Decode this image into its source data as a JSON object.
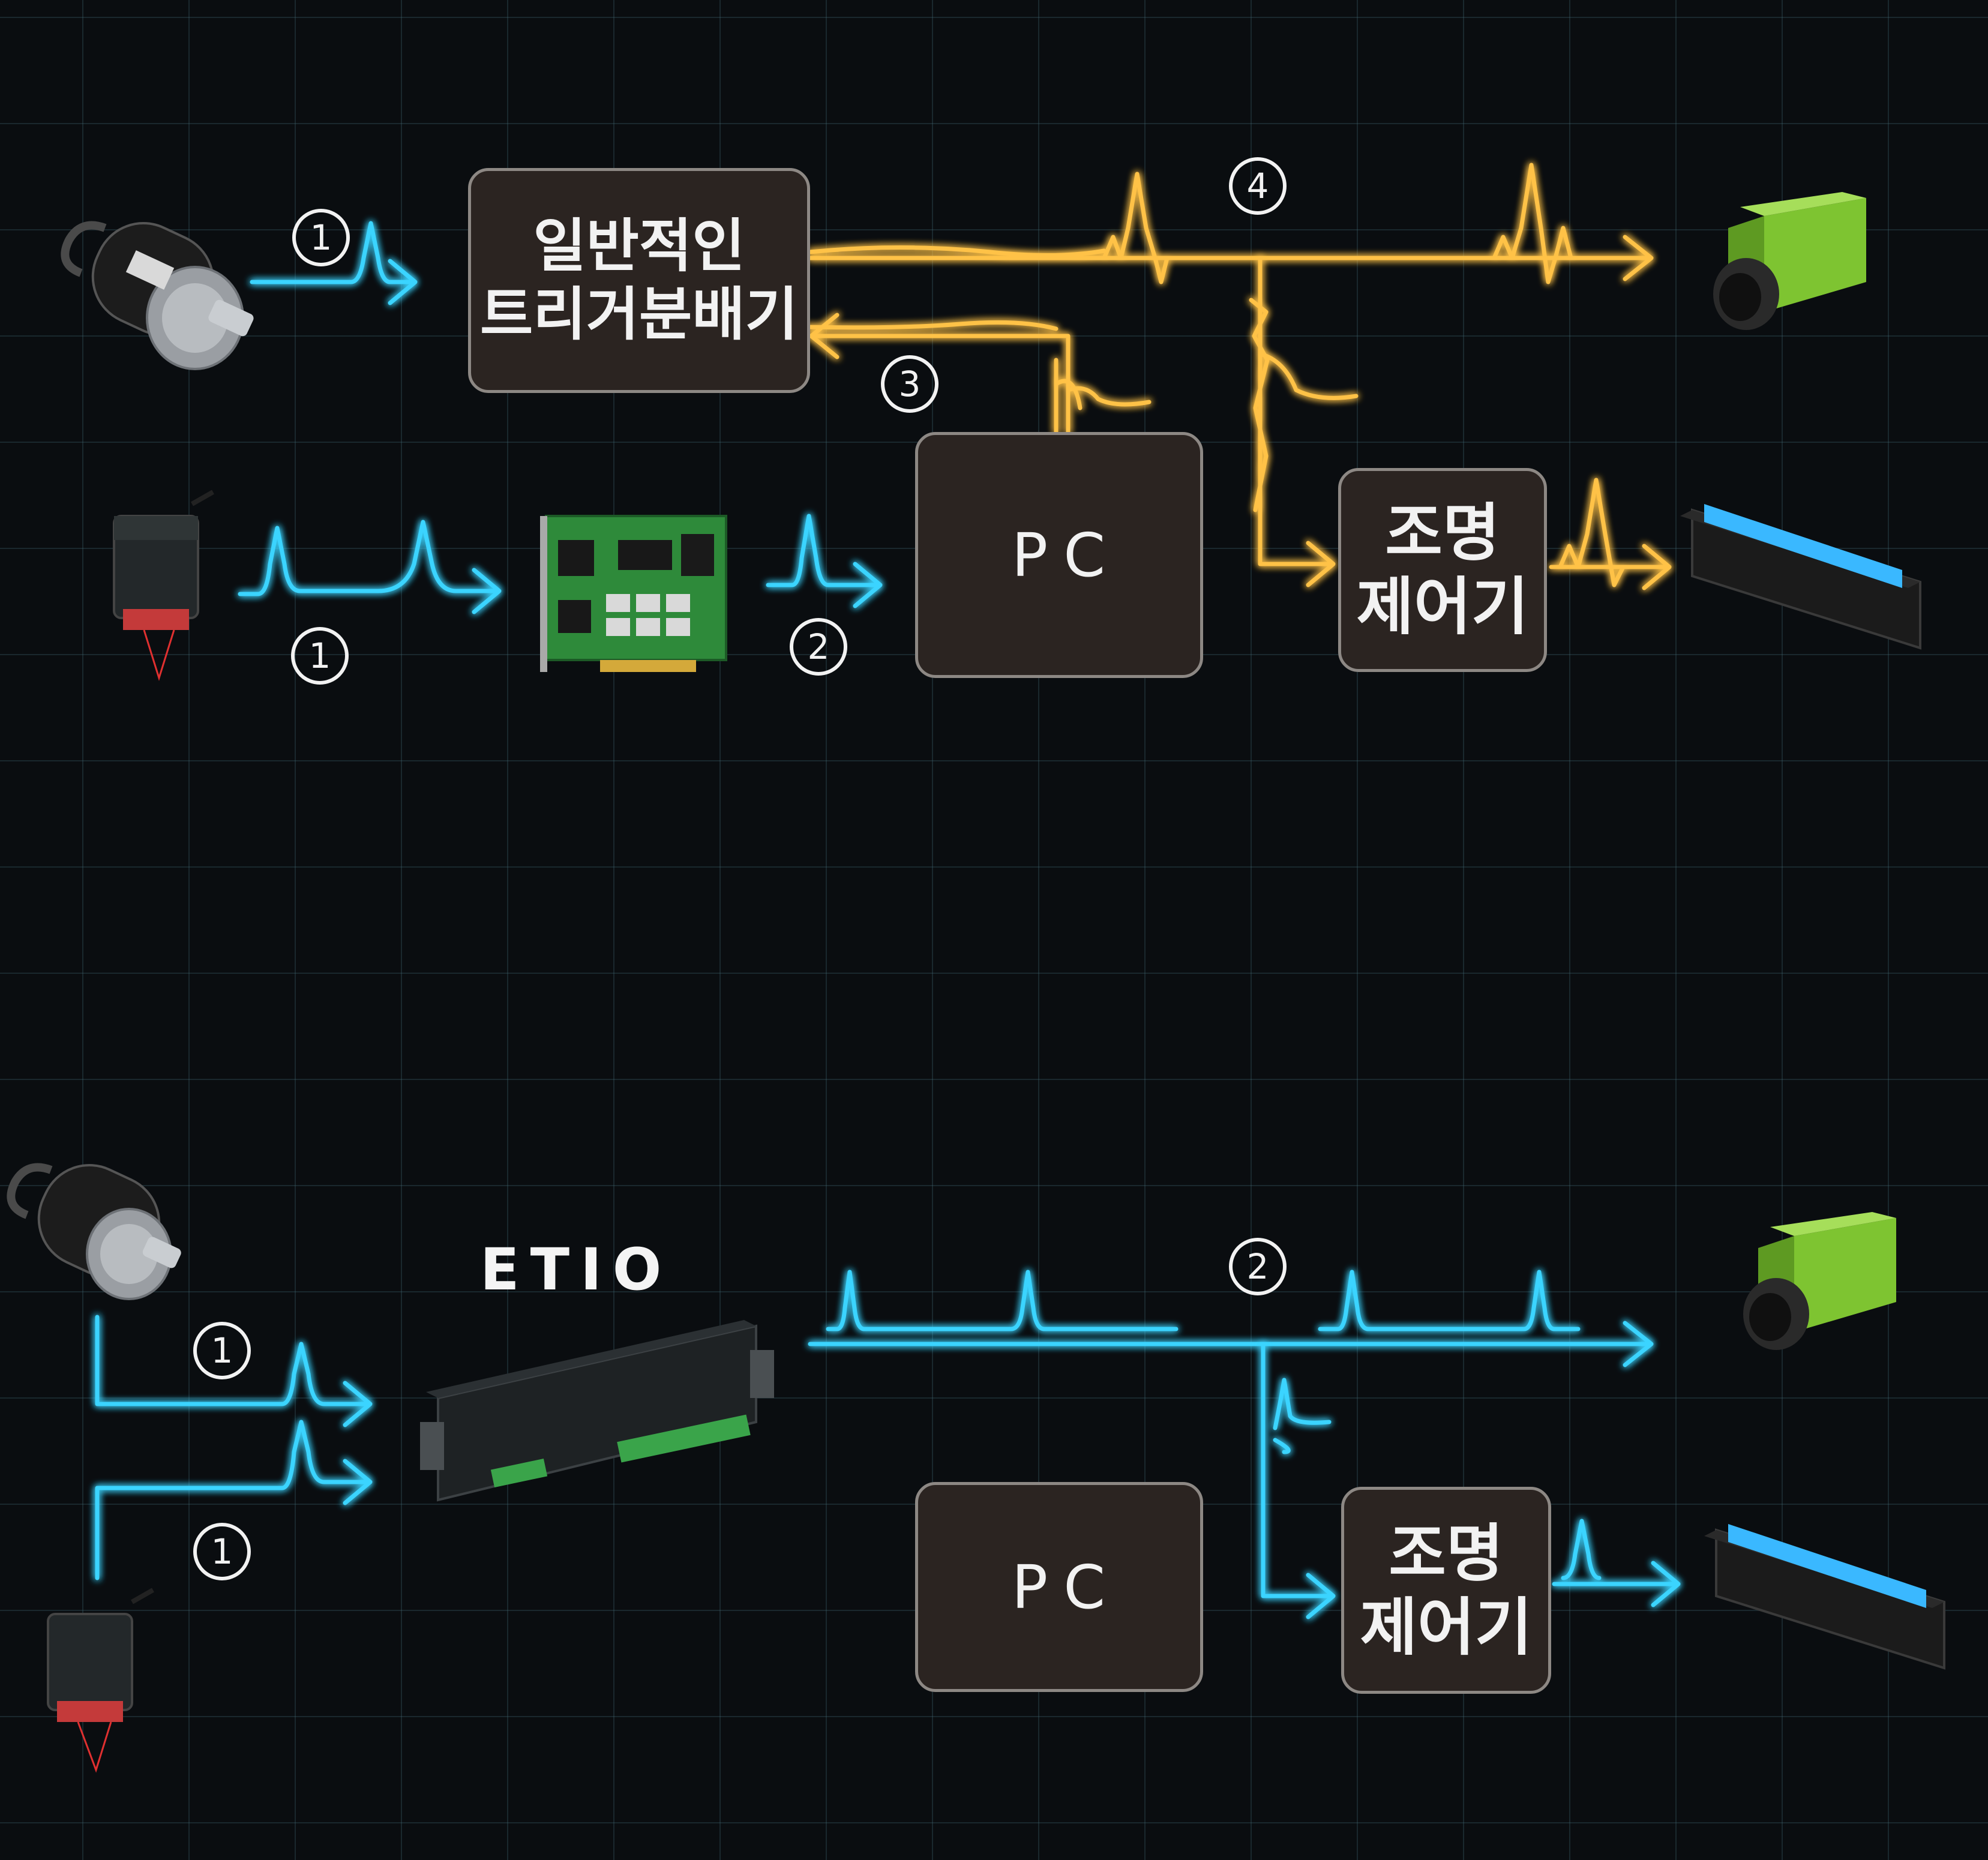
{
  "top": {
    "distributor_line1": "일반적인",
    "distributor_line2": "트리거분배기",
    "pc": "PC",
    "light_line1": "조명",
    "light_line2": "제어기",
    "step1_encoder": "1",
    "step1_sensor": "1",
    "step2": "2",
    "step3": "3",
    "step4": "4"
  },
  "bottom": {
    "etio": "ETIO",
    "pc": "PC",
    "light_line1": "조명",
    "light_line2": "제어기",
    "step1_encoder": "1",
    "step1_sensor": "1",
    "step2": "2"
  },
  "colors": {
    "cyan_signal": "#3ad4ff",
    "amber_signal": "#ffc247",
    "box_fill": "#2b2421",
    "box_border": "#8d8884",
    "background": "#0a0d10"
  },
  "icons": [
    "rotary-encoder-icon",
    "photo-sensor-icon",
    "io-board-icon",
    "camera-icon",
    "bar-light-icon",
    "etio-controller-icon"
  ]
}
